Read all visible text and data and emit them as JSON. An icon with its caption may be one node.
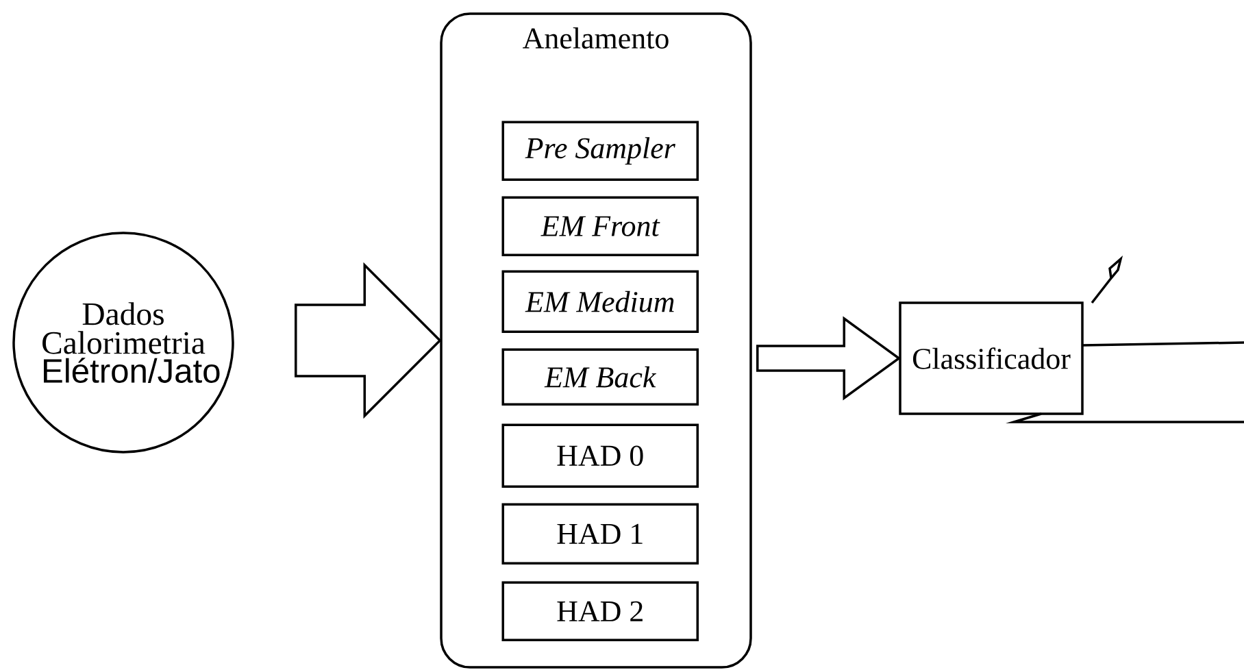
{
  "diagram": {
    "nodes": [
      {
        "text": [
          "Dados Calorimetria",
          "Elétron/Jato"
        ]
      },
      {
        "text": [
          "Anelamento"
        ]
      },
      {
        "text": [
          "Pre Sampler"
        ],
        "in": 1
      },
      {
        "text": [
          "EM Front"
        ],
        "in": 1
      },
      {
        "text": [
          "EM Medium"
        ],
        "in": 1
      },
      {
        "text": [
          "EM Back"
        ],
        "in": 1
      },
      {
        "text": [
          "HAD 0"
        ],
        "in": 1
      },
      {
        "text": [
          "HAD 1"
        ],
        "in": 1
      },
      {
        "text": [
          "HAD 2"
        ],
        "in": 1
      },
      {
        "text": [
          "Classificador"
        ]
      }
    ],
    "edges": [
      {
        "from": 0,
        "to": 1,
        "arrow": "to"
      },
      {
        "from": 1,
        "to": 9,
        "arrow": "to"
      }
    ]
  }
}
